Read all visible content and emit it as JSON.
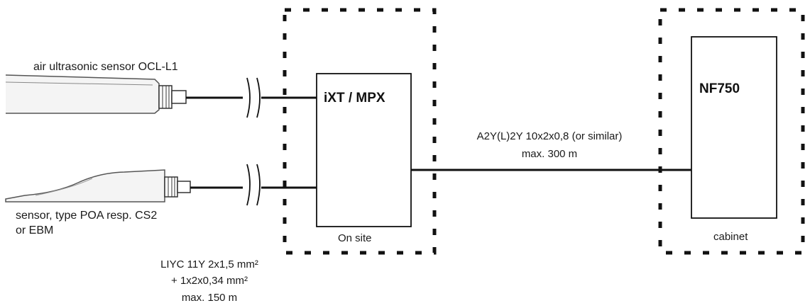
{
  "sensors": {
    "ultrasonic_label": "air ultrasonic sensor OCL-L1",
    "poa_label_line1": "sensor, type POA resp. CS2",
    "poa_label_line2": "or EBM"
  },
  "field_cable": {
    "line1": "LIYC 11Y 2x1,5 mm²",
    "line2": "+ 1x2x0,34 mm²",
    "line3": "max. 150 m"
  },
  "onsite_unit": {
    "title": "iXT / MPX",
    "zone_label": "On site"
  },
  "trunk_cable": {
    "line1": "A2Y(L)2Y 10x2x0,8 (or similar)",
    "line2": "max. 300 m"
  },
  "cabinet_unit": {
    "title": "NF750",
    "zone_label": "cabinet"
  },
  "colors": {
    "stroke": "#111111",
    "sensor_body": "#f4f4f4",
    "zone_dash": "#111111"
  }
}
